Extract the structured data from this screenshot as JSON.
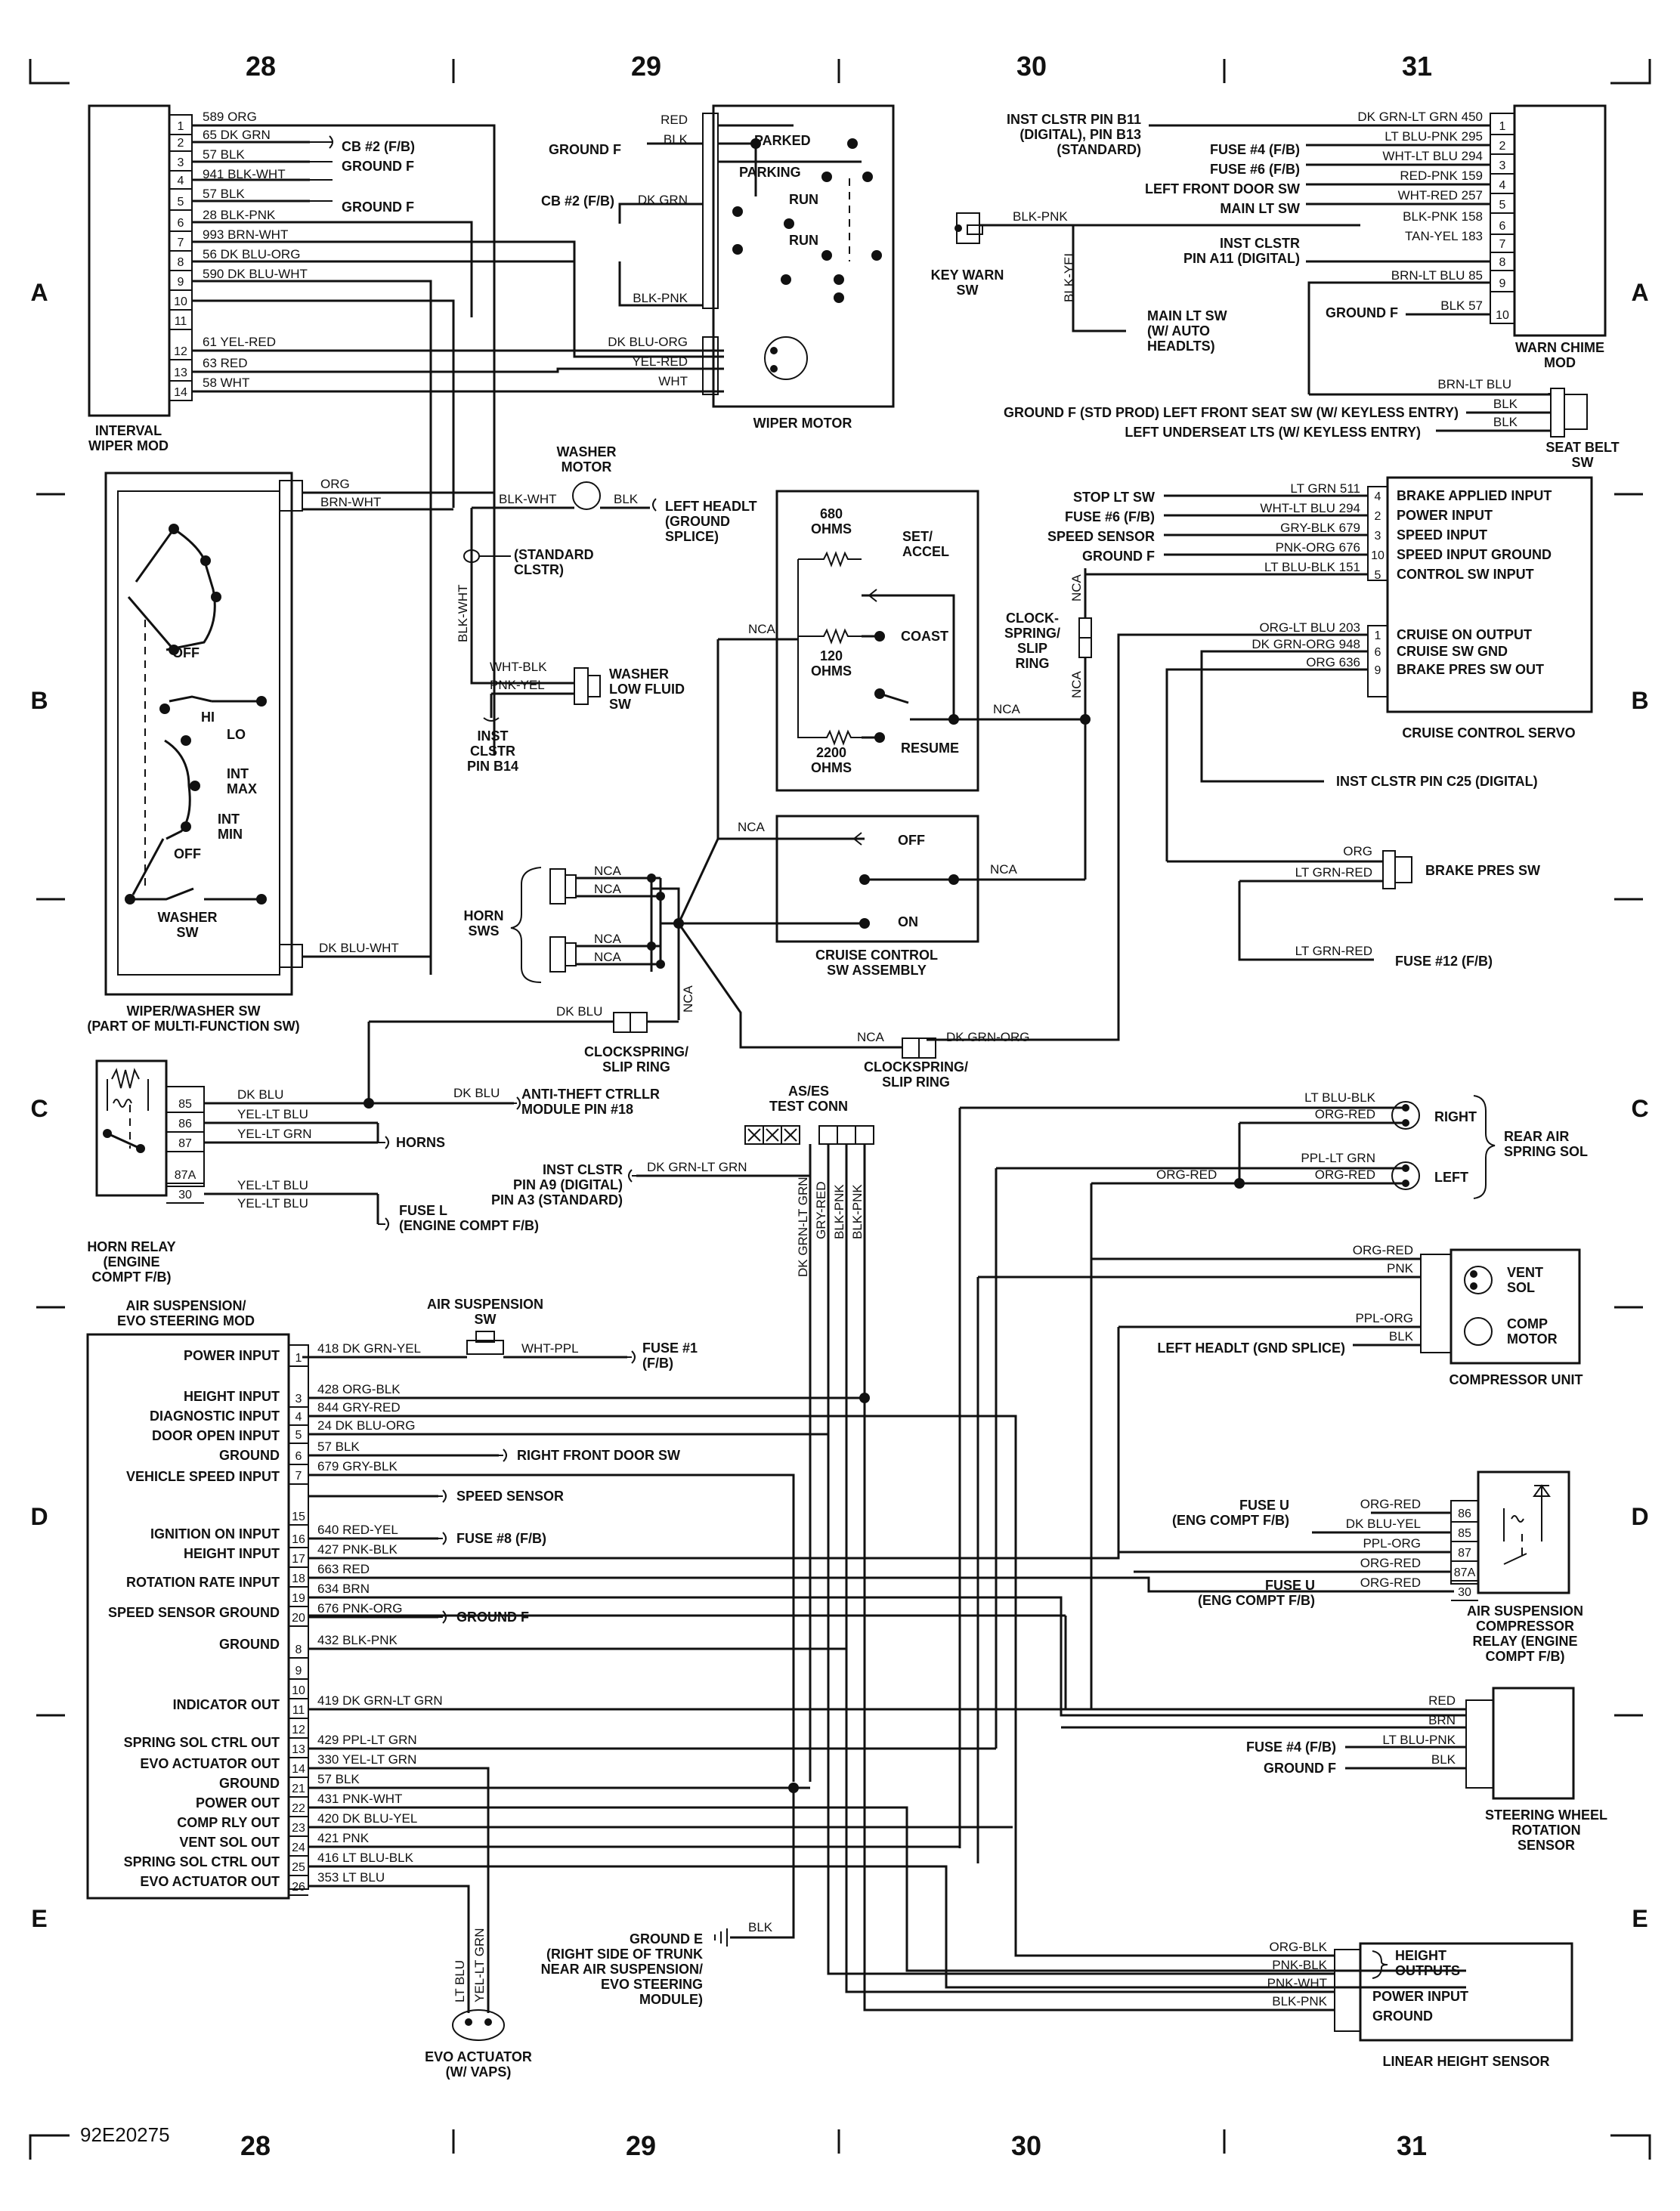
{
  "document_id": "92E20275",
  "columns": [
    "28",
    "29",
    "30",
    "31"
  ],
  "rows": [
    "A",
    "B",
    "C",
    "D",
    "E"
  ],
  "interval_wiper_mod": {
    "name": "INTERVAL WIPER MOD",
    "pins": [
      "1",
      "2",
      "3",
      "4",
      "5",
      "6",
      "7",
      "8",
      "9",
      "10",
      "11",
      "12",
      "13",
      "14"
    ],
    "wires": [
      "589 ORG",
      "65 DK GRN",
      "57 BLK",
      "941 BLK-WHT",
      "57 BLK",
      "28 BLK-PNK",
      "993 BRN-WHT",
      "56 DK BLU-ORG",
      "590 DK BLU-WHT",
      "61 YEL-RED",
      "63 RED",
      "58 WHT"
    ],
    "refs": [
      "CB #2 (F/B)",
      "GROUND F",
      "GROUND F"
    ]
  },
  "wiper_motor": {
    "name": "WIPER MOTOR",
    "switch_labels": [
      "PARKED",
      "PARKING",
      "RUN",
      "RUN"
    ],
    "wires": [
      "RED",
      "BLK",
      "DK GRN",
      "BLK-PNK",
      "DK BLU-ORG",
      "YEL-RED",
      "WHT"
    ],
    "refs": [
      "GROUND F",
      "CB #2 (F/B)"
    ]
  },
  "key_warn_sw": {
    "name": "KEY WARN SW",
    "wires": [
      "BLK-PNK",
      "BLK-YEL"
    ],
    "ref": "MAIN LT SW (W/ AUTO HEADLTS)"
  },
  "warn_chime_mod": {
    "name": "WARN CHIME MOD",
    "refs": [
      "INST CLSTR PIN B11 (DIGITAL), PIN B13 (STANDARD)",
      "FUSE #4 (F/B)",
      "FUSE #6 (F/B)",
      "LEFT FRONT DOOR SW",
      "MAIN LT SW",
      "INST CLSTR PIN A11 (DIGITAL)",
      "GROUND F"
    ],
    "wires": [
      "DK GRN-LT GRN 450",
      "LT BLU-PNK 295",
      "WHT-LT BLU 294",
      "RED-PNK 159",
      "WHT-RED 257",
      "BLK-PNK 158",
      "TAN-YEL 183",
      "BRN-LT BLU 85",
      "BLK 57"
    ],
    "pins": [
      "1",
      "2",
      "3",
      "4",
      "5",
      "6",
      "7",
      "8",
      "9",
      "10"
    ]
  },
  "seat_belt_sw": {
    "name": "SEAT BELT SW",
    "wires": [
      "BRN-LT BLU",
      "BLK",
      "BLK"
    ],
    "refs": [
      "GROUND F (STD PROD) LEFT FRONT SEAT SW (W/ KEYLESS ENTRY)",
      "LEFT UNDERSEAT LTS (W/ KEYLESS ENTRY)"
    ]
  },
  "wiper_washer_sw": {
    "name": "WIPER/WASHER SW (PART OF MULTI-FUNCTION SW)",
    "labels": [
      "OFF",
      "HI",
      "LO",
      "INT MAX",
      "INT MIN",
      "OFF",
      "WASHER SW"
    ],
    "wires": [
      "ORG",
      "BRN-WHT",
      "DK BLU-WHT"
    ]
  },
  "washer": {
    "motor": "WASHER MOTOR",
    "low_fluid_sw": "WASHER LOW FLUID SW",
    "wires": [
      "BLK-WHT",
      "BLK",
      "BLK-WHT",
      "WHT-BLK",
      "PNK-YEL"
    ],
    "refs": [
      "LEFT HEADLT (GROUND SPLICE)",
      "(STANDARD CLSTR)",
      "INST CLSTR PIN B14"
    ]
  },
  "cruise_control_sw": {
    "name": "CRUISE CONTROL SW ASSEMBLY",
    "resistors": [
      "680 OHMS",
      "120 OHMS",
      "2200 OHMS"
    ],
    "positions": [
      "SET/ ACCEL",
      "COAST",
      "RESUME",
      "OFF",
      "ON"
    ],
    "nca": "NCA"
  },
  "clockspring": {
    "name": "CLOCK-SPRING/ SLIP RING",
    "name2": "CLOCKSPRING/ SLIP RING",
    "wires": [
      "DK BLU",
      "DK GRN-ORG"
    ]
  },
  "cruise_control_servo": {
    "name": "CRUISE CONTROL SERVO",
    "functions": [
      "BRAKE APPLIED INPUT",
      "POWER INPUT",
      "SPEED INPUT",
      "SPEED INPUT GROUND",
      "CONTROL SW INPUT",
      "CRUISE ON OUTPUT",
      "CRUISE SW GND",
      "BRAKE PRES SW OUT"
    ],
    "pins": [
      "4",
      "2",
      "3",
      "10",
      "5",
      "1",
      "6",
      "9"
    ],
    "wires": [
      "LT GRN 511",
      "WHT-LT BLU 294",
      "GRY-BLK 679",
      "PNK-ORG 676",
      "LT BLU-BLK 151",
      "ORG-LT BLU 203",
      "DK GRN-ORG 948",
      "ORG 636"
    ],
    "refs": [
      "STOP LT SW",
      "FUSE #6 (F/B)",
      "SPEED SENSOR",
      "GROUND F",
      "INST CLSTR PIN C25 (DIGITAL)"
    ]
  },
  "brake_pres_sw": {
    "name": "BRAKE PRES SW",
    "wires": [
      "ORG",
      "LT GRN-RED",
      "LT GRN-RED"
    ],
    "ref": "FUSE #12 (F/B)"
  },
  "horn_sws": {
    "name": "HORN SWS",
    "nca": "NCA"
  },
  "horn_relay": {
    "name": "HORN RELAY (ENGINE COMPT F/B)",
    "pins": [
      "85",
      "86",
      "87",
      "87A",
      "30"
    ],
    "wires": [
      "DK BLU",
      "YEL-LT BLU",
      "YEL-LT GRN",
      "YEL-LT BLU",
      "YEL-LT BLU",
      "DK BLU"
    ],
    "refs": [
      "ANTI-THEFT CTRLLR MODULE PIN #18",
      "HORNS",
      "FUSE L (ENGINE COMPT F/B)"
    ]
  },
  "as_es_test_conn": {
    "name": "AS/ES TEST CONN",
    "ref": "INST CLSTR PIN A9 (DIGITAL) PIN A3 (STANDARD)",
    "wires": [
      "DK GRN-LT GRN",
      "DK GRN-LT GRN",
      "GRY-RED",
      "BLK-PNK",
      "BLK-PNK"
    ]
  },
  "rear_air_spring_sol": {
    "name": "REAR AIR SPRING SOL",
    "sides": [
      "RIGHT",
      "LEFT"
    ],
    "wires": [
      "LT BLU-BLK",
      "ORG-RED",
      "PPL-LT GRN",
      "ORG-RED",
      "ORG-RED"
    ]
  },
  "compressor_unit": {
    "name": "COMPRESSOR UNIT",
    "parts": [
      "VENT SOL",
      "COMP MOTOR"
    ],
    "wires": [
      "ORG-RED",
      "PNK",
      "PPL-ORG",
      "BLK"
    ],
    "ref": "LEFT HEADLT (GND SPLICE)"
  },
  "air_suspension_sw": {
    "name": "AIR SUSPENSION SW",
    "wires": [
      "418 DK GRN-YEL",
      "WHT-PPL"
    ],
    "ref": "FUSE #1 (F/B)"
  },
  "air_suspension_mod": {
    "name": "AIR SUSPENSION/ EVO STEERING MOD",
    "functions": [
      "POWER INPUT",
      "HEIGHT INPUT",
      "DIAGNOSTIC INPUT",
      "DOOR OPEN INPUT",
      "GROUND",
      "VEHICLE SPEED INPUT",
      "IGNITION ON INPUT",
      "HEIGHT INPUT",
      "ROTATION RATE INPUT",
      "SPEED SENSOR GROUND",
      "GROUND",
      "INDICATOR OUT",
      "SPRING SOL CTRL OUT",
      "EVO ACTUATOR OUT",
      "GROUND",
      "POWER OUT",
      "COMP RLY OUT",
      "VENT SOL OUT",
      "SPRING SOL CTRL OUT",
      "EVO ACTUATOR OUT"
    ],
    "pins": [
      "1",
      "3",
      "4",
      "5",
      "6",
      "7",
      "15",
      "16",
      "17",
      "18",
      "19",
      "20",
      "8",
      "9",
      "10",
      "11",
      "12",
      "13",
      "14",
      "21",
      "22",
      "23",
      "24",
      "25",
      "26"
    ],
    "wires": [
      "418 DK GRN-YEL",
      "428 ORG-BLK",
      "844 GRY-RED",
      "24 DK BLU-ORG",
      "57 BLK",
      "679 GRY-BLK",
      "640 RED-YEL",
      "427 PNK-BLK",
      "663 RED",
      "634 BRN",
      "676 PNK-ORG",
      "432 BLK-PNK",
      "419 DK GRN-LT GRN",
      "429 PPL-LT GRN",
      "330 YEL-LT GRN",
      "57 BLK",
      "431 PNK-WHT",
      "420 DK BLU-YEL",
      "421 PNK",
      "416 LT BLU-BLK",
      "353 LT BLU"
    ],
    "refs": [
      "RIGHT FRONT DOOR SW",
      "SPEED SENSOR",
      "FUSE #8 (F/B)",
      "GROUND F"
    ]
  },
  "compressor_relay": {
    "name": "AIR SUSPENSION COMPRESSOR RELAY (ENGINE COMPT F/B)",
    "pins": [
      "86",
      "85",
      "87",
      "87A",
      "30"
    ],
    "wires": [
      "ORG-RED",
      "DK BLU-YEL",
      "PPL-ORG",
      "ORG-RED",
      "ORG-RED"
    ],
    "refs": [
      "FUSE U (ENG COMPT F/B)",
      "FUSE U (ENG COMPT F/B)"
    ]
  },
  "steering_wheel_sensor": {
    "name": "STEERING WHEEL ROTATION SENSOR",
    "wires": [
      "RED",
      "BRN",
      "LT BLU-PNK",
      "BLK"
    ],
    "refs": [
      "FUSE #4 (F/B)",
      "GROUND F"
    ]
  },
  "ground_e": {
    "label": "GROUND E (RIGHT SIDE OF TRUNK NEAR AIR SUSPENSION/ EVO STEERING MODULE)",
    "wire": "BLK"
  },
  "evo_actuator": {
    "name": "EVO ACTUATOR (W/ VAPS)",
    "wires": [
      "LT BLU",
      "YEL-LT GRN"
    ]
  },
  "linear_height_sensor": {
    "name": "LINEAR HEIGHT SENSOR",
    "functions": [
      "HEIGHT OUTPUTS",
      "POWER INPUT",
      "GROUND"
    ],
    "wires": [
      "ORG-BLK",
      "PNK-BLK",
      "PNK-WHT",
      "BLK-PNK"
    ]
  }
}
